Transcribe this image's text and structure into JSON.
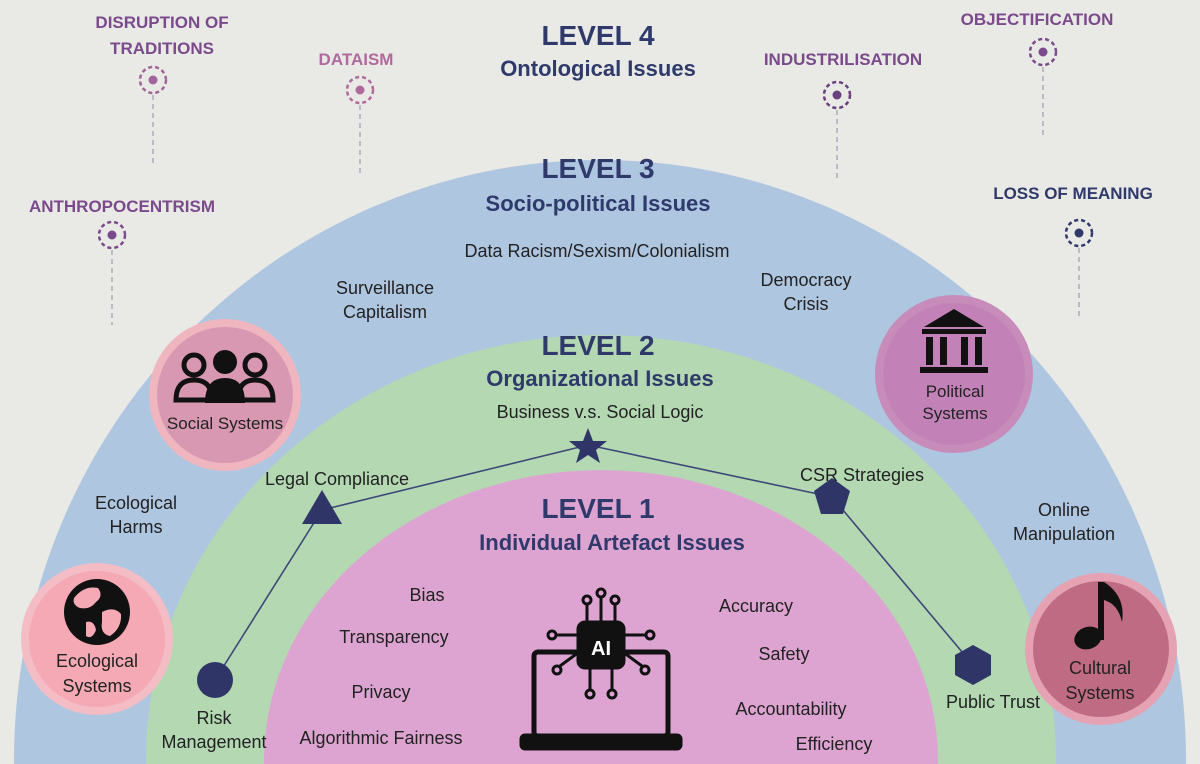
{
  "level4": {
    "title": "LEVEL 4",
    "subtitle": "Ontological Issues"
  },
  "level3": {
    "title": "LEVEL 3",
    "subtitle": "Socio-political Issues"
  },
  "level2": {
    "title": "LEVEL 2",
    "subtitle": "Organizational Issues"
  },
  "level1": {
    "title": "LEVEL 1",
    "subtitle": "Individual Artefact Issues"
  },
  "ontological": {
    "disruption": "DISRUPTION OF\nTRADITIONS",
    "dataism": "DATAISM",
    "industrialisation": "INDUSTRILISATION",
    "objectification": "OBJECTIFICATION",
    "anthropocentrism": "ANTHROPOCENTRISM",
    "loss_of_meaning": "LOSS OF MEANING"
  },
  "sociopolitical": {
    "data_racism": "Data Racism/Sexism/Colonialism",
    "surveillance": "Surveillance\nCapitalism",
    "democracy": "Democracy\nCrisis",
    "ecological_harms": "Ecological\nHarms",
    "online_manipulation": "Online\nManipulation"
  },
  "organizational": {
    "business_logic": "Business v.s. Social Logic",
    "legal_compliance": "Legal Compliance",
    "csr": "CSR Strategies",
    "risk_management": "Risk\nManagement",
    "public_trust": "Public Trust"
  },
  "artefact": {
    "bias": "Bias",
    "transparency": "Transparency",
    "privacy": "Privacy",
    "algorithmic_fairness": "Algorithmic Fairness",
    "accuracy": "Accuracy",
    "safety": "Safety",
    "accountability": "Accountability",
    "efficiency": "Efficiency",
    "ai_chip_text": "AI"
  },
  "systems": {
    "social": "Social Systems",
    "political": "Political\nSystems",
    "ecological": "Ecological\nSystems",
    "cultural": "Cultural\nSystems"
  },
  "colors": {
    "background": "#e9e9e6",
    "level3": "#aec6e0",
    "level2": "#b3d8b2",
    "level1": "#dda4d2",
    "navy": "#2f3a6b",
    "purple": "#7b4a8c"
  },
  "icons": [
    "globe-icon",
    "people-icon",
    "bank-icon",
    "music-note-icon",
    "ai-laptop-icon",
    "target-icon"
  ]
}
